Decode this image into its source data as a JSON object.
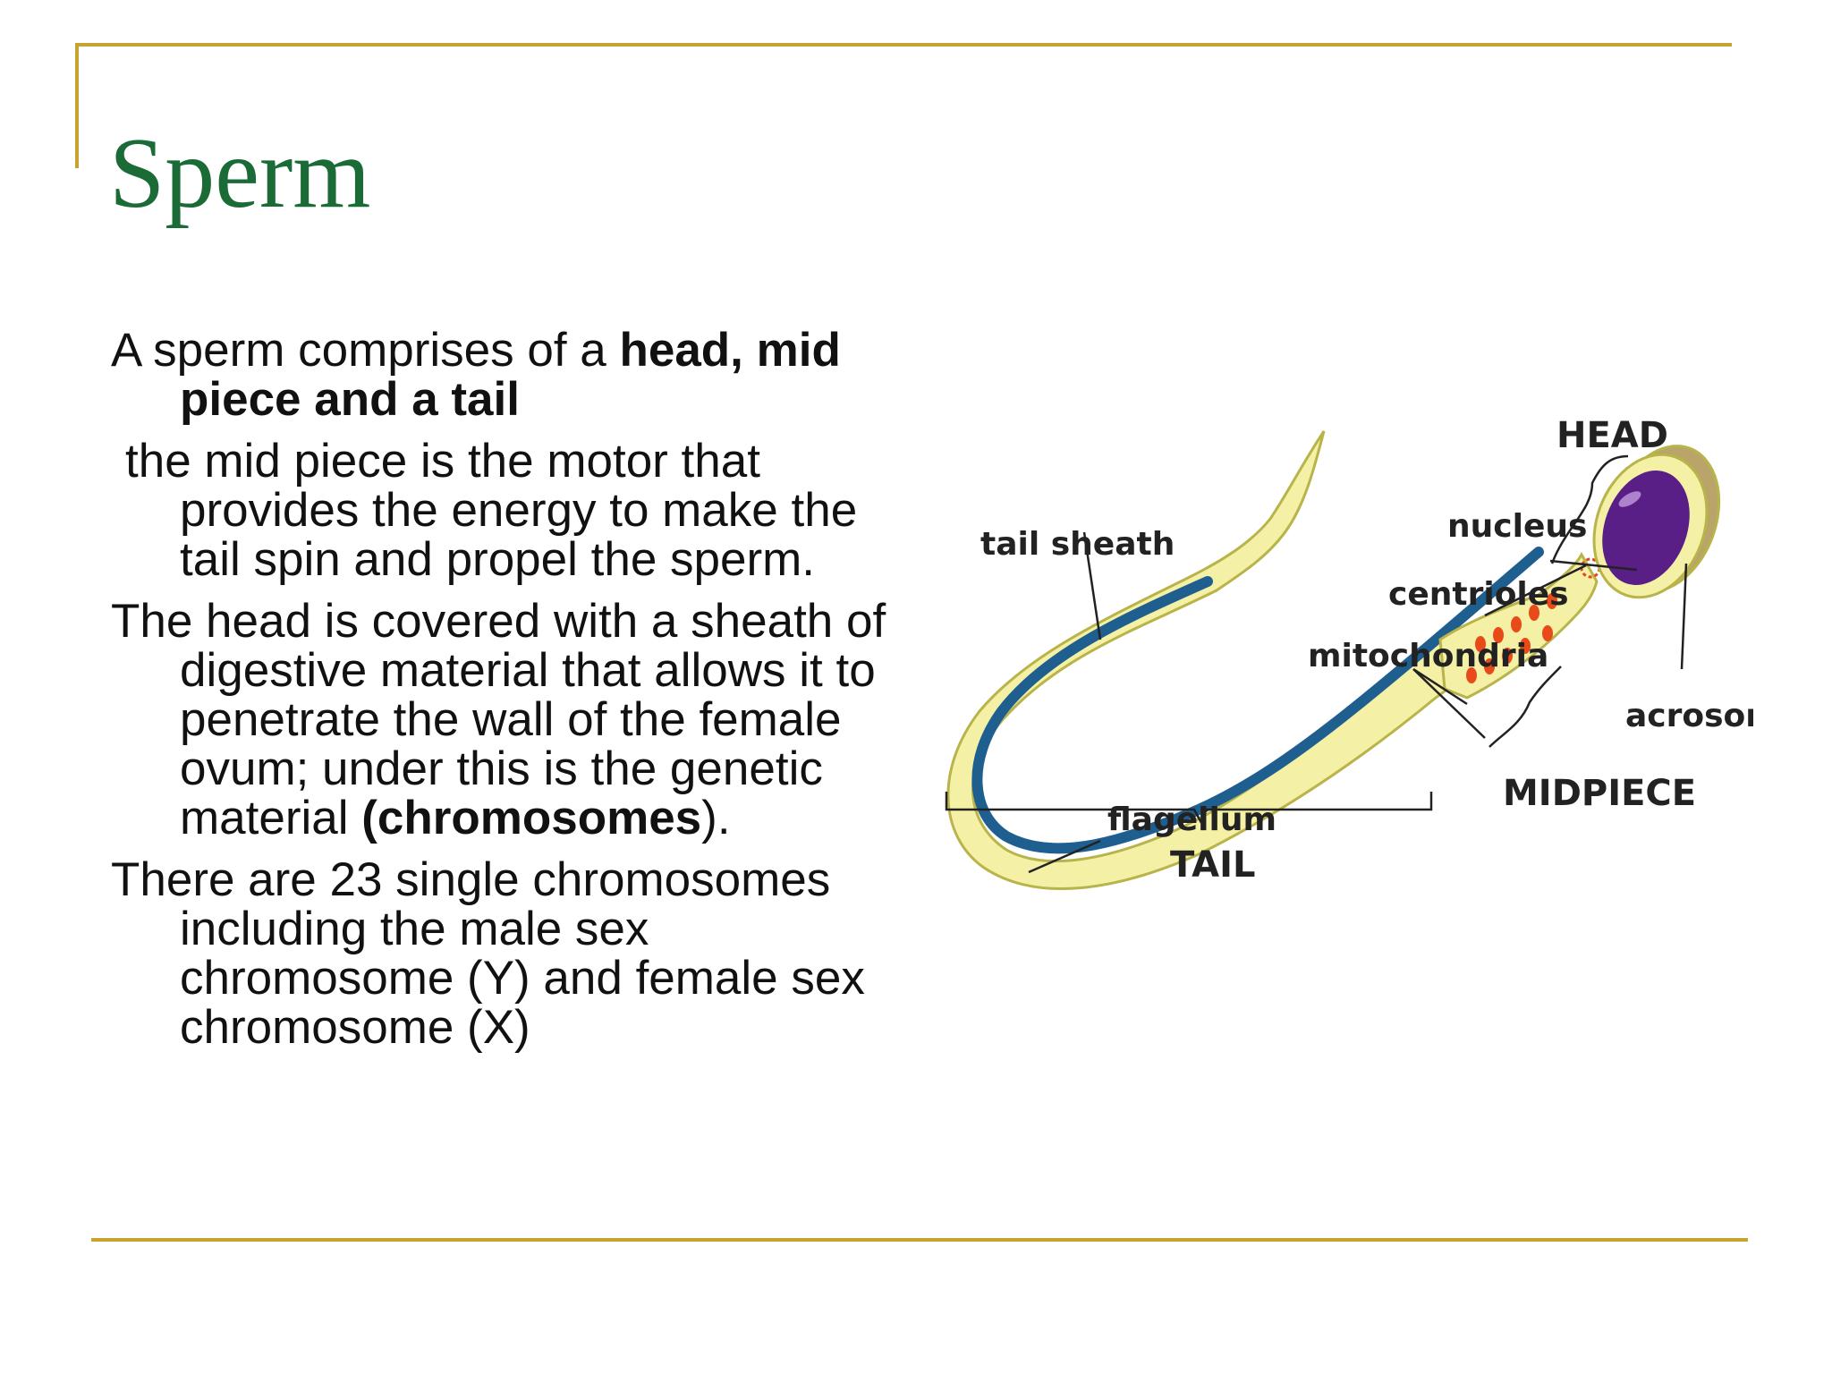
{
  "slide": {
    "title": "Sperm",
    "paragraphs": [
      {
        "a": "A sperm comprises of a ",
        "b": "head, mid piece and a tail",
        "c": ""
      },
      {
        "a": "the mid piece is the motor that provides the energy to make the tail spin and propel the sperm.",
        "b": "",
        "c": ""
      },
      {
        "a": "The head is covered with a sheath of digestive material that allows it to penetrate the wall of the female ovum; under this is the genetic material ",
        "b": "(chromosomes",
        "c": ")."
      },
      {
        "a": "There are 23 single chromosomes including the male sex chromosome (Y) and female sex chromosome (X)",
        "b": "",
        "c": ""
      }
    ]
  },
  "diagram": {
    "labels": {
      "head": "HEAD",
      "nucleus": "nucleus",
      "centrioles": "centrioles",
      "mitochondria": "mitochondria",
      "acrosome": "acrosome",
      "midpiece": "MIDPIECE",
      "tail_sheath": "tail sheath",
      "flagellum": "flagellum",
      "tail": "TAIL"
    },
    "colors": {
      "sheath": "#f4f0a6",
      "sheath_outline": "#b9b44a",
      "flagellum": "#1f5f8f",
      "nucleus": "#5a1f86",
      "acrosome": "#b9a46a",
      "mitochondria": "#e84a1a",
      "centrioles": "#e04a1a"
    }
  }
}
